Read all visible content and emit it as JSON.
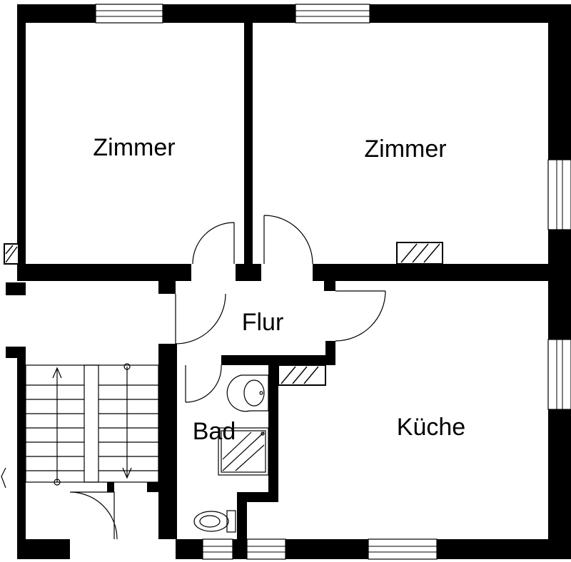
{
  "rooms": {
    "room_left": "Zimmer",
    "room_right": "Zimmer",
    "hallway": "Flur",
    "bathroom": "Bad",
    "kitchen": "Küche"
  }
}
